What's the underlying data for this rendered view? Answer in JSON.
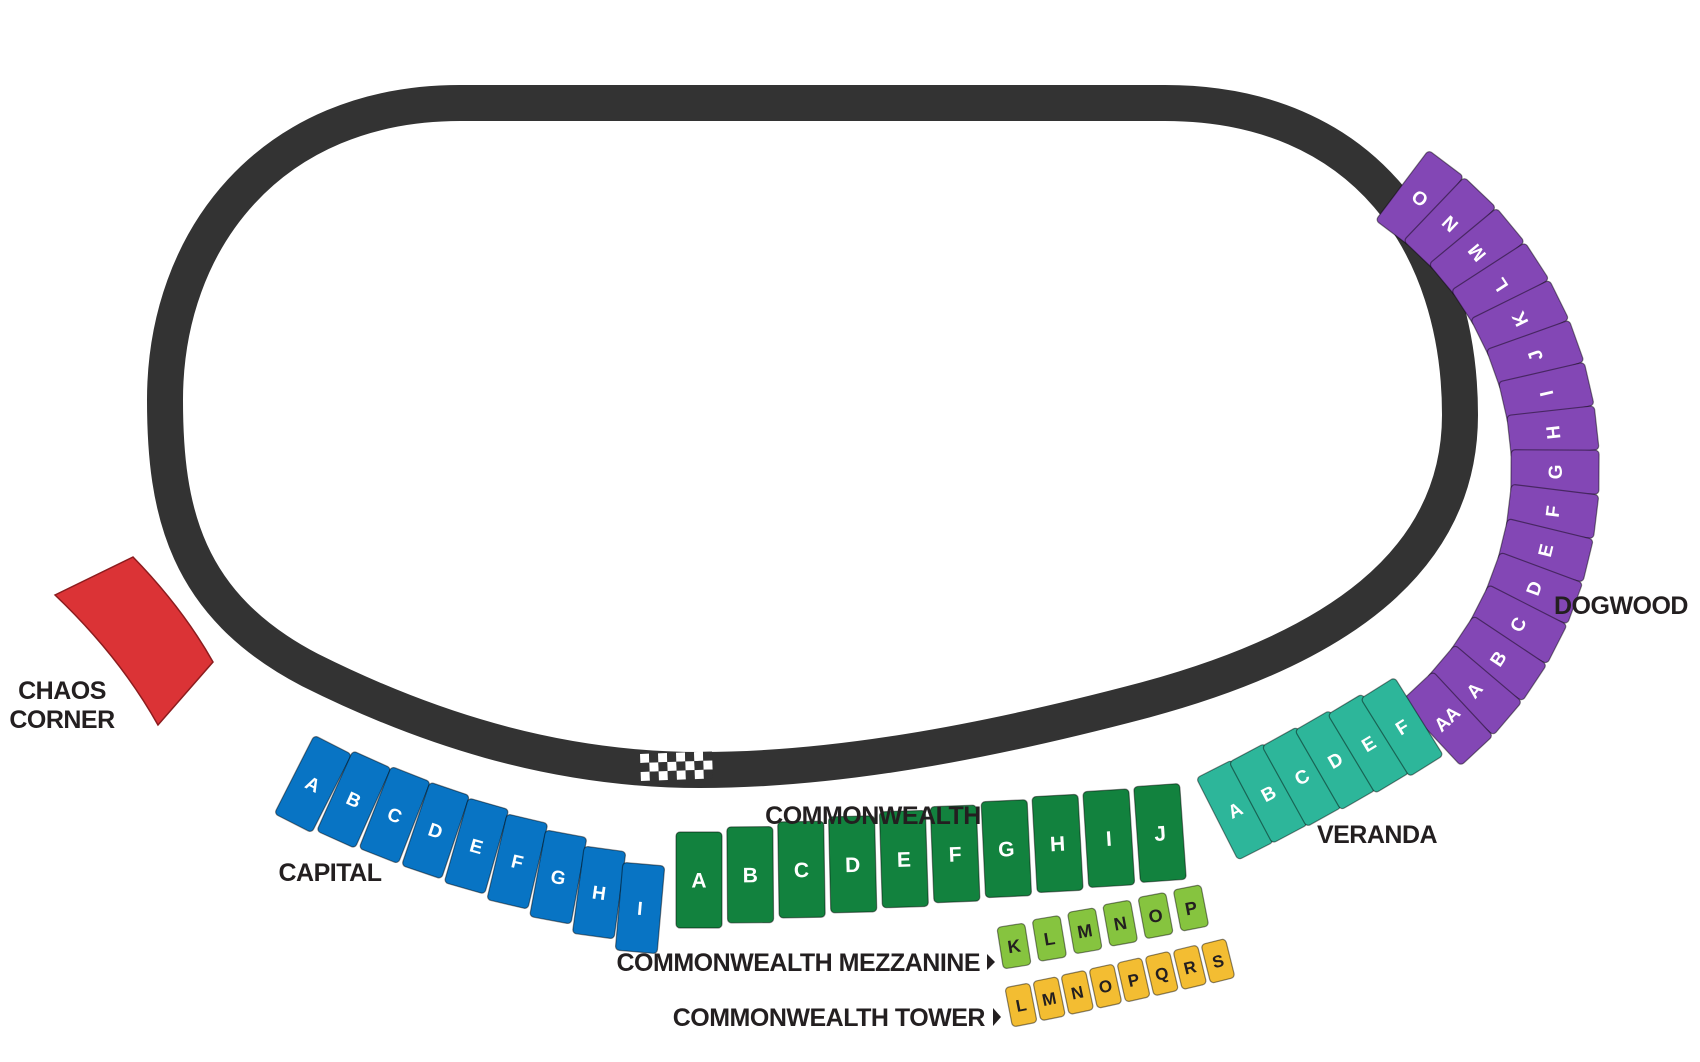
{
  "sections": {
    "dogwood": {
      "label": "DOGWOOD",
      "color": "#8347b5",
      "text_color": "#ffffff",
      "items": [
        "O",
        "N",
        "M",
        "L",
        "K",
        "J",
        "I",
        "H",
        "G",
        "F",
        "E",
        "D",
        "C",
        "B",
        "A",
        "AA"
      ]
    },
    "veranda": {
      "label": "VERANDA",
      "color": "#2db69a",
      "text_color": "#ffffff",
      "items": [
        "A",
        "B",
        "C",
        "D",
        "E",
        "F"
      ]
    },
    "capital": {
      "label": "CAPITAL",
      "color": "#0874c4",
      "text_color": "#ffffff",
      "items": [
        "A",
        "B",
        "C",
        "D",
        "E",
        "F",
        "G",
        "H",
        "I"
      ]
    },
    "commonwealth": {
      "label": "COMMONWEALTH",
      "color": "#12823e",
      "text_color": "#ffffff",
      "items": [
        "A",
        "B",
        "C",
        "D",
        "E",
        "F",
        "G",
        "H",
        "I",
        "J"
      ]
    },
    "mezzanine": {
      "label": "COMMONWEALTH MEZZANINE",
      "color": "#86c43f",
      "text_color": "#231f20",
      "items": [
        "K",
        "L",
        "M",
        "N",
        "O",
        "P"
      ]
    },
    "tower": {
      "label": "COMMONWEALTH TOWER",
      "color": "#f3bd32",
      "text_color": "#231f20",
      "items": [
        "L",
        "M",
        "N",
        "O",
        "P",
        "Q",
        "R",
        "S"
      ]
    },
    "chaos": {
      "label_line1": "CHAOS",
      "label_line2": "CORNER",
      "color": "#db3336"
    }
  },
  "track": {
    "color": "#333333"
  }
}
